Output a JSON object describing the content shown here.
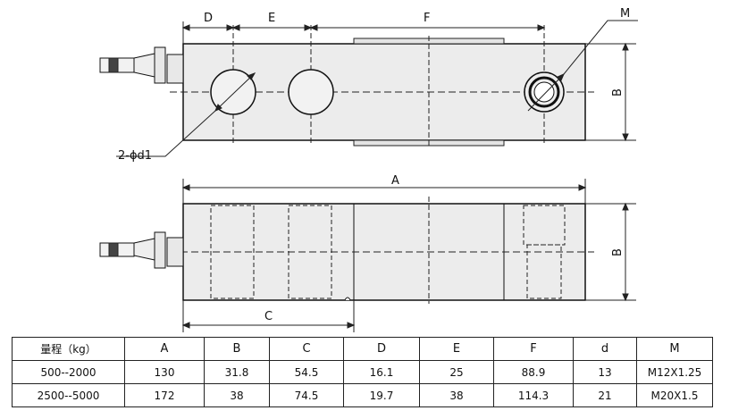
{
  "diagram": {
    "top_view": {
      "dim_labels": [
        "D",
        "E",
        "F",
        "M",
        "B"
      ],
      "hole_callout": "2-ϕd1"
    },
    "front_view": {
      "dim_labels": [
        "A",
        "B",
        "C"
      ]
    }
  },
  "spec_table": {
    "headers": [
      "量程（kg）",
      "A",
      "B",
      "C",
      "D",
      "E",
      "F",
      "d",
      "M"
    ],
    "rows": [
      [
        "500--2000",
        "130",
        "31.8",
        "54.5",
        "16.1",
        "25",
        "88.9",
        "13",
        "M12X1.25"
      ],
      [
        "2500--5000",
        "172",
        "38",
        "74.5",
        "19.7",
        "38",
        "114.3",
        "21",
        "M20X1.5"
      ]
    ]
  }
}
